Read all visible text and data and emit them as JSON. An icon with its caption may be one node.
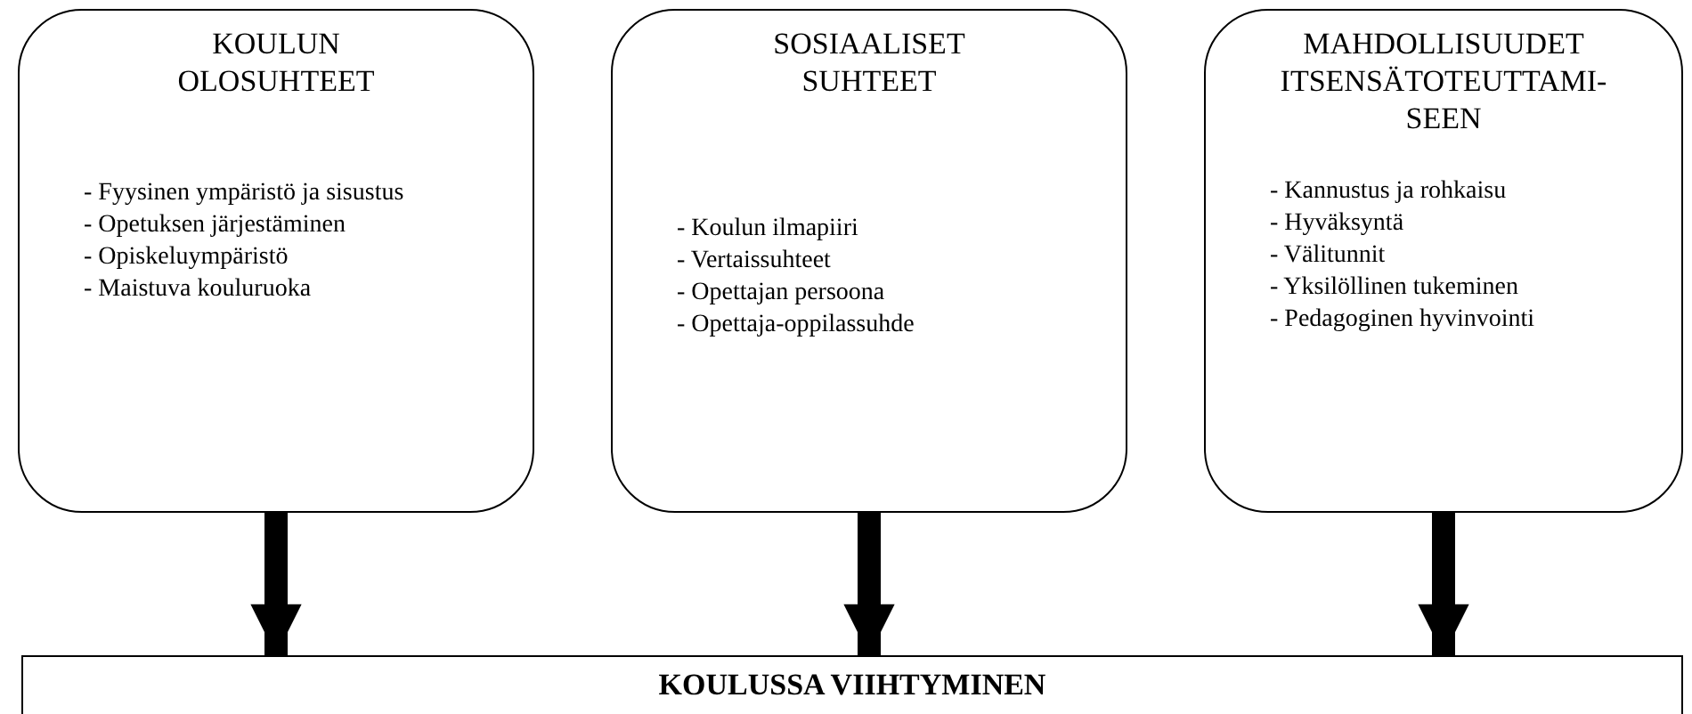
{
  "diagram": {
    "nodes": [
      {
        "text": [
          "KOULUN OLOSUHTEET",
          "- Fyysinen ympäristö ja sisustus",
          "- Opetuksen järjestäminen",
          "- Opiskeluympäristö",
          "- Maistuva kouluruoka"
        ]
      },
      {
        "text": [
          "SOSIAALISET SUHTEET",
          "- Koulun ilmapiiri",
          "- Vertaissuhteet",
          "- Opettajan persoona",
          "- Opettaja-oppilassuhde"
        ]
      },
      {
        "text": [
          "MAHDOLLISUUDET ITSENSÄTOTEUTTAMI-SEEN",
          "- Kannustus ja rohkaisu",
          "- Hyväksyntä",
          "- Välitunnit",
          "- Yksilöllinen tukeminen",
          "- Pedagoginen hyvinvointi"
        ]
      },
      {
        "text": [
          "KOULUSSA VIIHTYMINEN"
        ]
      }
    ],
    "edges": [
      {
        "from": 0,
        "to": 3,
        "arrow": "to"
      },
      {
        "from": 1,
        "to": 3,
        "arrow": "to"
      },
      {
        "from": 2,
        "to": 3,
        "arrow": "to"
      }
    ]
  }
}
